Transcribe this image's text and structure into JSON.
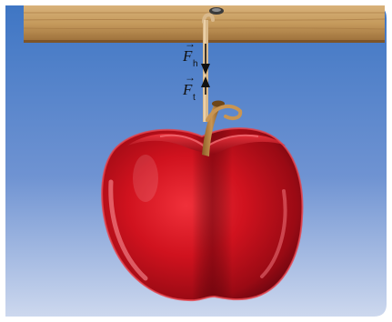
{
  "forces": [
    {
      "symbol": "F",
      "subscript": "h",
      "direction": "down"
    },
    {
      "symbol": "F",
      "subscript": "t",
      "direction": "up"
    }
  ],
  "colors": {
    "sky_top": "#3f76c4",
    "sky_bottom": "#c9d6ee",
    "beam": "#c59a5c",
    "beam_dark": "#8a6232",
    "string": "#d9b98c",
    "arrow": "#111111",
    "apple": "#c8101d",
    "apple_dark": "#7a0710",
    "stem": "#b07a3c"
  }
}
